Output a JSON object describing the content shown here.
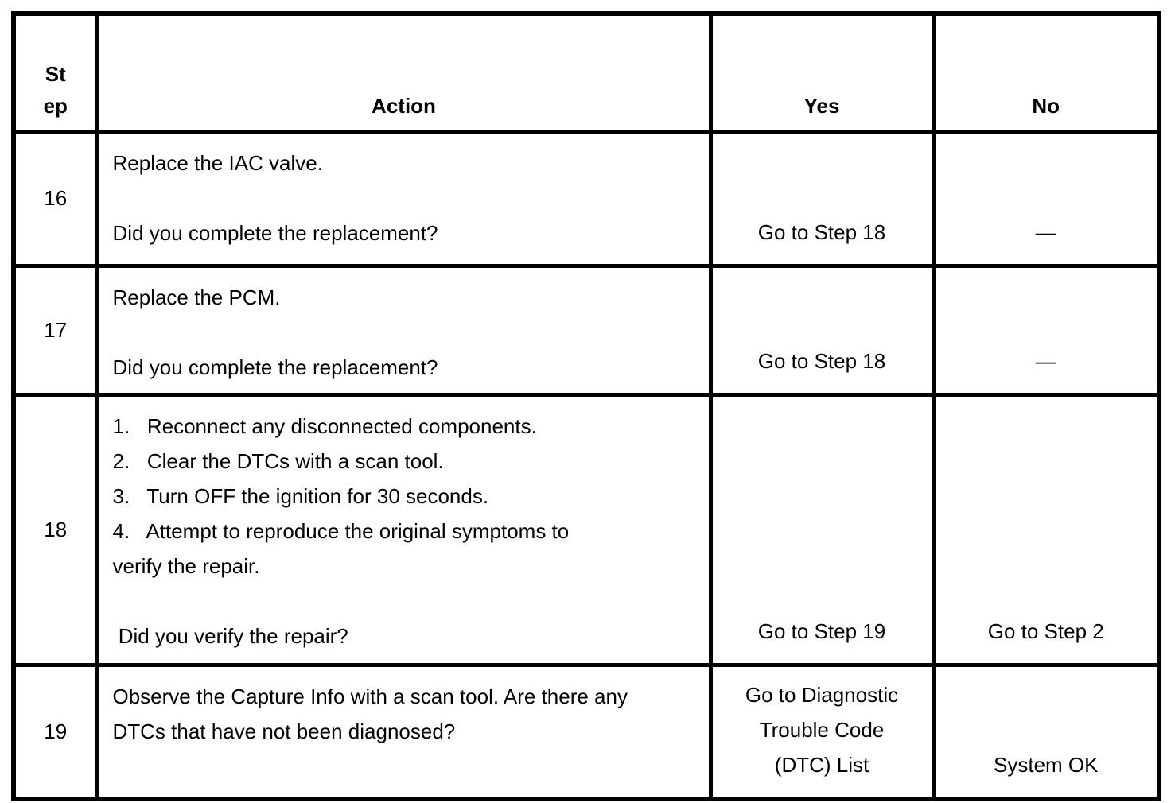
{
  "page": {
    "background": "#ffffff",
    "border_color": "#000000",
    "text_color": "#000000"
  },
  "table": {
    "columns": [
      {
        "key": "step",
        "label": "St\nep"
      },
      {
        "key": "action",
        "label": "Action"
      },
      {
        "key": "yes",
        "label": "Yes"
      },
      {
        "key": "no",
        "label": "No"
      }
    ],
    "rows": [
      {
        "step": "16",
        "action": "Replace the IAC valve.\n\nDid you complete the replacement?",
        "yes": "Go to Step 18",
        "no": "—"
      },
      {
        "step": "17",
        "action": "Replace the PCM.\n\nDid you complete the replacement?",
        "yes": "Go to Step 18",
        "no": "—"
      },
      {
        "step": "18",
        "action": "1.   Reconnect any disconnected components.\n2.   Clear the DTCs with a scan tool.\n3.   Turn OFF the ignition for 30 seconds.\n4.   Attempt to reproduce the original symptoms to\nverify the repair.\n\n Did you verify the repair?",
        "yes": "Go to Step 19",
        "no": "Go to Step 2"
      },
      {
        "step": "19",
        "action": "Observe the Capture Info with a scan tool. Are there any\nDTCs that have not been diagnosed?",
        "yes": "Go to Diagnostic\nTrouble Code\n(DTC) List",
        "no": "System OK"
      }
    ]
  }
}
